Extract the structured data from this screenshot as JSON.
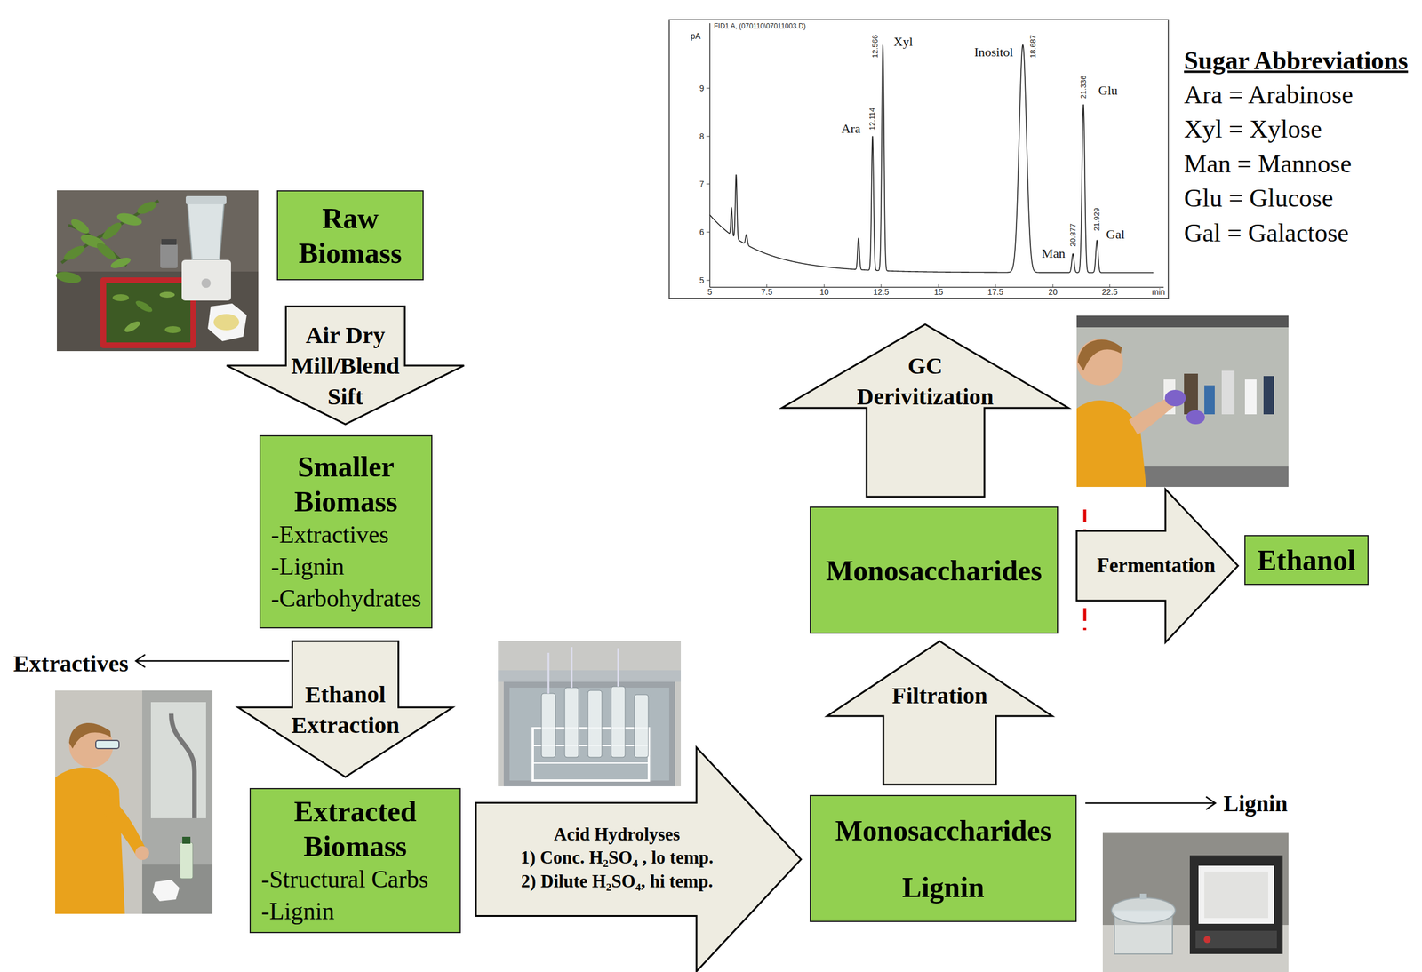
{
  "diagram": {
    "nodes": [
      {
        "text": [
          "Raw Biomass"
        ]
      },
      {
        "text": [
          "Smaller Biomass",
          "-Extractives",
          "-Lignin",
          "-Carbohydrates"
        ]
      },
      {
        "text": [
          "Extracted Biomass",
          "-Structural Carbs",
          "-Lignin"
        ]
      },
      {
        "text": [
          "Monosaccharides",
          "Lignin"
        ]
      },
      {
        "text": [
          "Monosaccharides"
        ]
      },
      {
        "text": [
          "Ethanol"
        ]
      }
    ],
    "edges": [
      {
        "from": 0,
        "to": 1,
        "arrow": "to",
        "label": "Air Dry Mill/Blend Sift"
      },
      {
        "from": 1,
        "to": 2,
        "arrow": "to",
        "label": "Ethanol Extraction"
      },
      {
        "from": 2,
        "to": 3,
        "arrow": "to",
        "label": "Acid Hydrolyses"
      },
      {
        "from": 3,
        "to": 4,
        "arrow": "to",
        "label": "Filtration"
      },
      {
        "from": 4,
        "to": 5,
        "arrow": "to",
        "label": "Fermentation"
      }
    ],
    "labels": [
      "Extractives",
      "Lignin",
      "GC Derivitization",
      "1) Conc. H₂SO₄ , lo temp.",
      "2) Dilute H₂SO₄, hi temp.",
      "Sugar Abbreviations",
      "Ara = Arabinose",
      "Xyl = Xylose",
      "Man = Mannose",
      "Glu = Glucose",
      "Gal = Galactose",
      "FID1 A, (070110\\07011003.D)",
      "pA",
      "9",
      "8",
      "7",
      "6",
      "5",
      "5",
      "7.5",
      "10",
      "12.5",
      "15",
      "17.5",
      "20",
      "22.5",
      "min",
      "Ara",
      "Xyl",
      "Inositol",
      "Man",
      "Glu",
      "Gal",
      "12.114",
      "12.566",
      "18.687",
      "20.877",
      "21.336",
      "21.929"
    ]
  }
}
